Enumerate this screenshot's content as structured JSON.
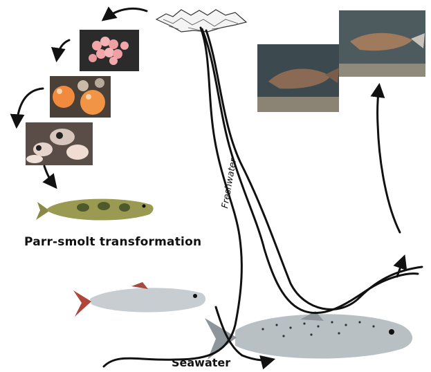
{
  "labels": {
    "freshwater": "Freshwater",
    "parr_smolt": "Parr-smolt transformation",
    "seawater": "Seawater"
  },
  "colors": {
    "line": "#111111",
    "eggs": "#f2a6a8",
    "alevin_yolk": "#f08a3e",
    "underwater_bg": "#3c4a4f",
    "seawater_fish": "#b9c0c4"
  },
  "icons": [
    "mountain-icon",
    "eggs-photo",
    "eyed-eggs-photo",
    "alevin-photo",
    "parr-fish",
    "smolt-fish",
    "adult-salmon",
    "spawning-fish-photo"
  ]
}
